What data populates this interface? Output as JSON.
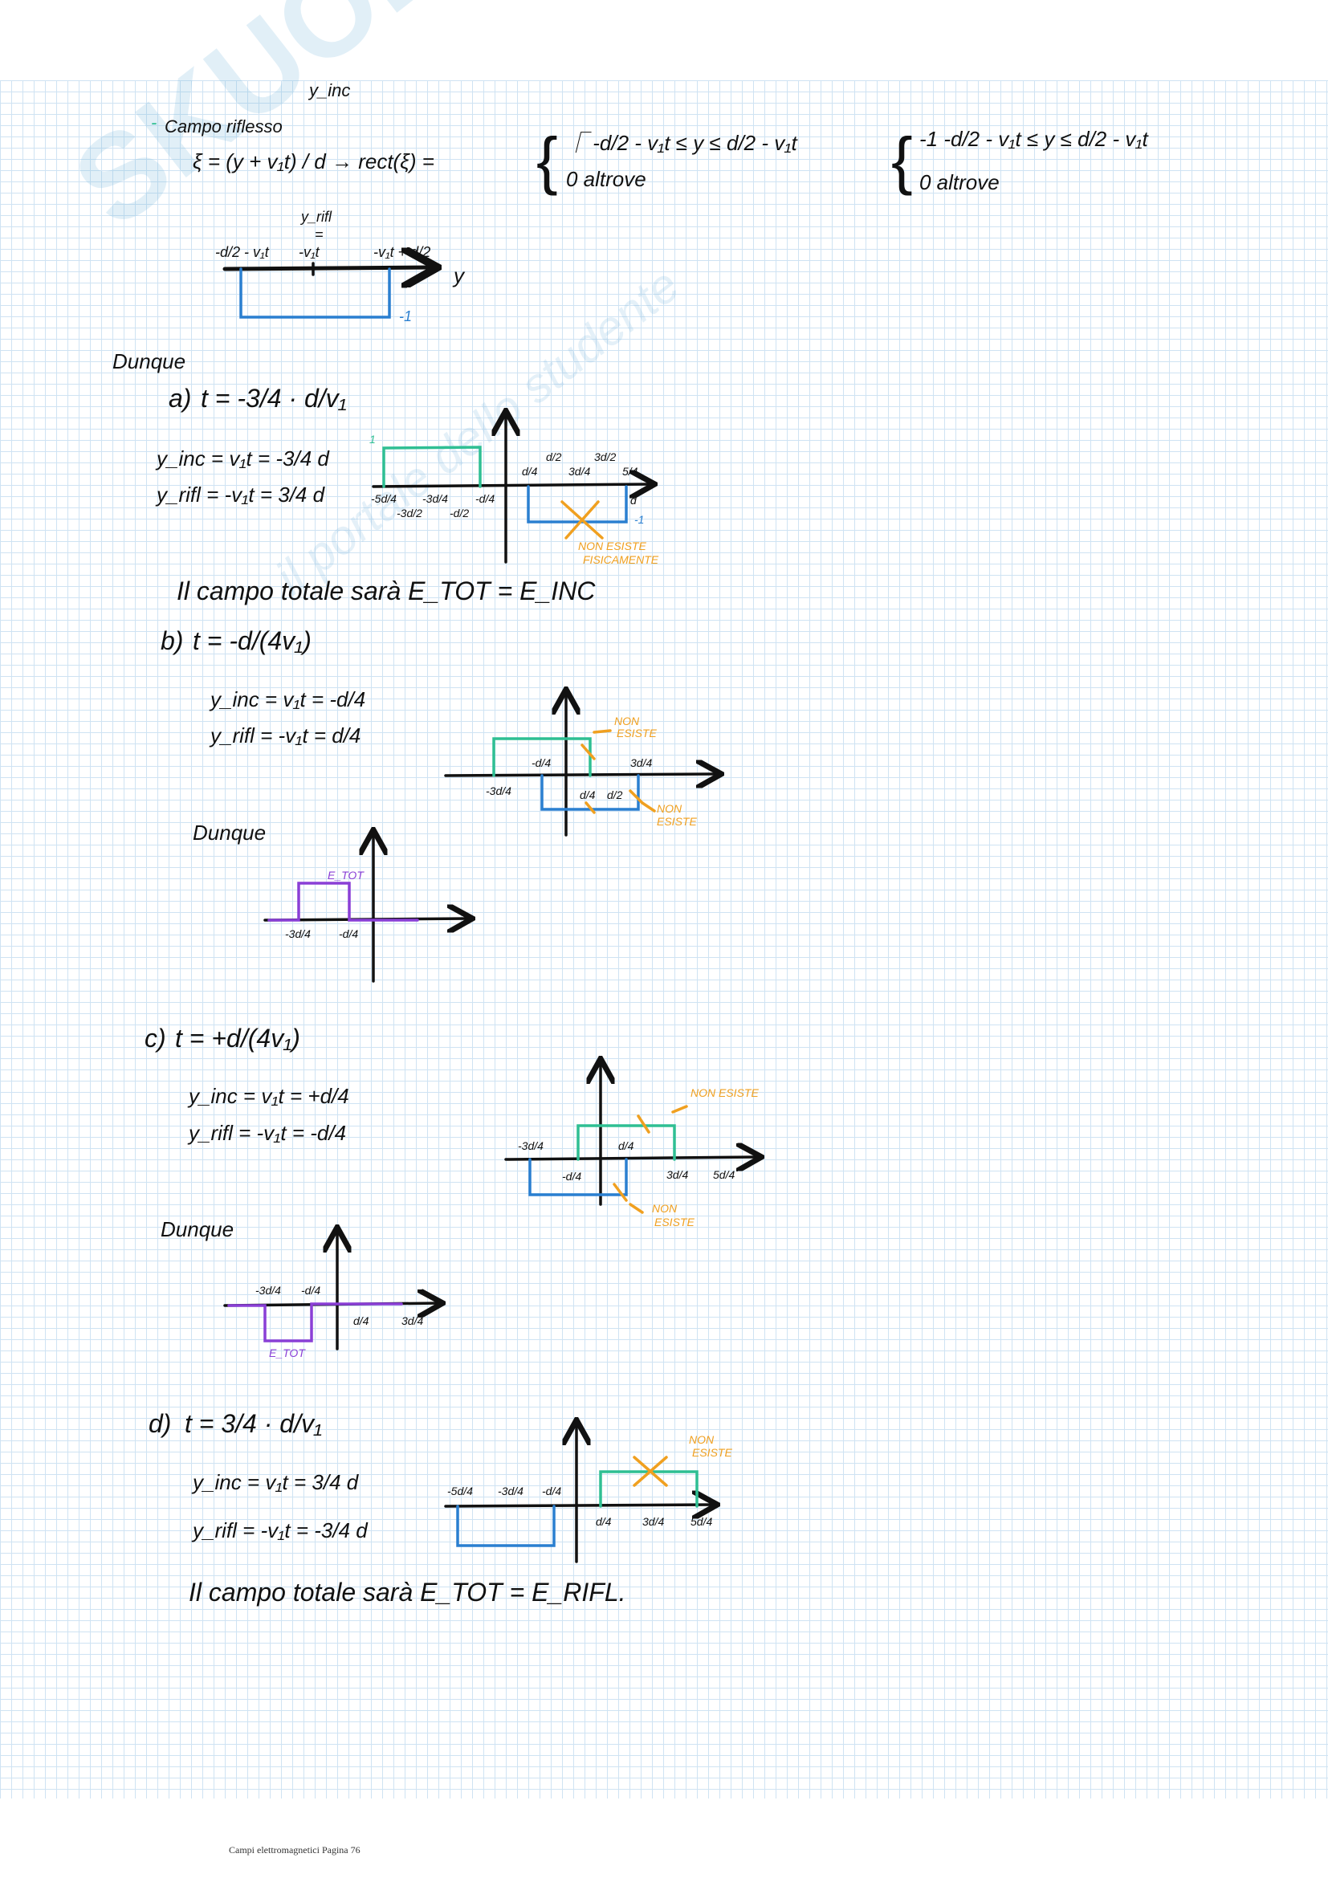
{
  "watermark": {
    "brand": "Skuola.net",
    "tagline": "il portale dello studente"
  },
  "header_fragment": "y_inc",
  "section": {
    "bullet": "-",
    "title": "Campo riflesso"
  },
  "formula": {
    "xi": "ξ = (y + v₁t) / d  →  rect(ξ) =",
    "case1": "⎾  -d/2 - v₁t ≤ y ≤ d/2 - v₁t",
    "case2": "0  altrove",
    "case3": "-1   -d/2 - v₁t ≤ y ≤ d/2 - v₁t",
    "case4": "0  altrove"
  },
  "rect_diagram": {
    "label_top": "y_rifl",
    "eq": "=",
    "left": "-d/2 - v₁t",
    "mid": "-v₁t",
    "right": "-v₁t + d/2",
    "axis": "y",
    "value": "-1"
  },
  "dunque": "Dunque",
  "cases": [
    {
      "label": "a)",
      "t": "t = -3/4 · d/v₁",
      "yinc": "y_inc = v₁t = -3/4 d",
      "yrifl": "y_rifl = -v₁t = 3/4 d",
      "ticks_neg": [
        "-5d/4",
        "-3d/2",
        "-3d/4",
        "-d/2",
        "-d/4"
      ],
      "ticks_pos": [
        "d/4",
        "d/2",
        "3d/4",
        "3d/2",
        "5/4"
      ],
      "x_end": "d",
      "amp_pos": "1",
      "amp_neg": "-1",
      "note": [
        "NON ESISTE",
        "FISICAMENTE"
      ],
      "conclusion": "Il campo totale sarà  E_TOT = E_INC"
    },
    {
      "label": "b)",
      "t": "t = -d/(4v₁)",
      "yinc": "y_inc = v₁t = -d/4",
      "yrifl": "y_rifl = -v₁t = d/4",
      "ticks": [
        "-3d/4",
        "-d/4",
        "d/4",
        "d/2",
        "3d/4"
      ],
      "note_top": [
        "NON",
        "ESISTE"
      ],
      "note_bottom": [
        "NON",
        "ESISTE"
      ],
      "result_label": "E_TOT",
      "result_ticks": [
        "-3d/4",
        "-d/4"
      ]
    },
    {
      "label": "c)",
      "t": "t = +d/(4v₁)",
      "yinc": "y_inc = v₁t = +d/4",
      "yrifl": "y_rifl = -v₁t = -d/4",
      "ticks": [
        "-3d/4",
        "-d/4",
        "d/4",
        "3d/4",
        "5d/4"
      ],
      "note_top": "NON ESISTE",
      "note_bottom": [
        "NON",
        "ESISTE"
      ],
      "result_label": "E_TOT",
      "result_ticks": [
        "-3d/4",
        "-d/4",
        "d/4",
        "3d/4"
      ]
    },
    {
      "label": "d)",
      "t": "t = 3/4 · d/v₁",
      "yinc": "y_inc = v₁t = 3/4 d",
      "yrifl": "y_rifl = -v₁t = -3/4 d",
      "ticks": [
        "-5d/4",
        "-3d/4",
        "-d/4",
        "d/4",
        "3d/4",
        "5d/4"
      ],
      "note": [
        "NON",
        "ESISTE"
      ],
      "conclusion": "Il campo totale sarà   E_TOT = E_RIFL."
    }
  ],
  "colors": {
    "incident": "#2fbf93",
    "reflected": "#2a7fd0",
    "total": "#8a3fd6",
    "note": "#f0a020",
    "grid": "#cfe3f3"
  },
  "footer": "Campi elettromagnetici Pagina 76"
}
